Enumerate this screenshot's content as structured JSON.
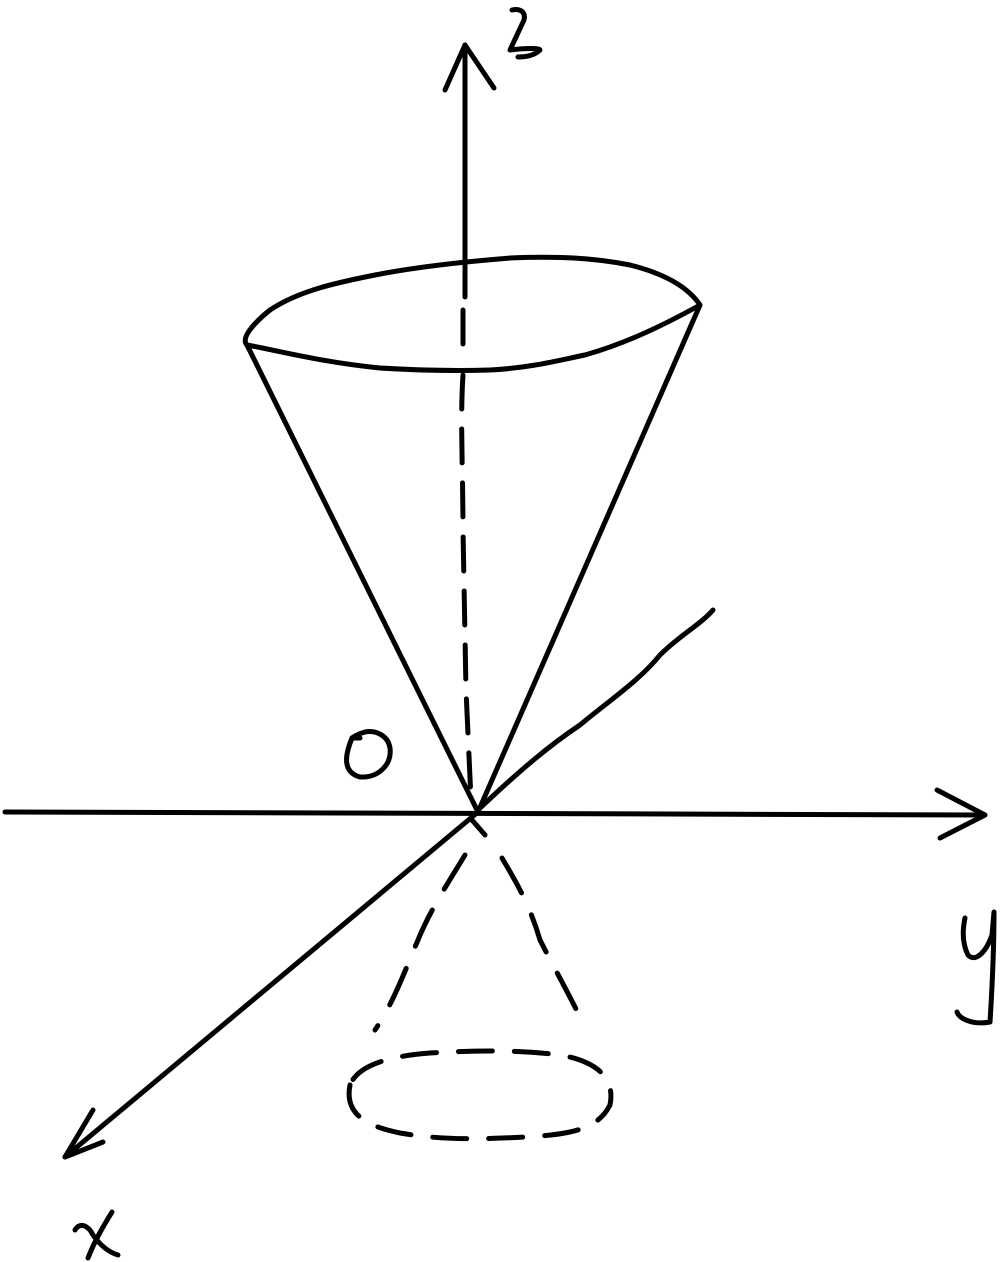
{
  "diagram": {
    "labels": {
      "z_axis": "z",
      "y_axis": "y",
      "x_axis": "x",
      "origin": "O"
    },
    "colors": {
      "ink": "#000000",
      "background": "#ffffff"
    }
  }
}
